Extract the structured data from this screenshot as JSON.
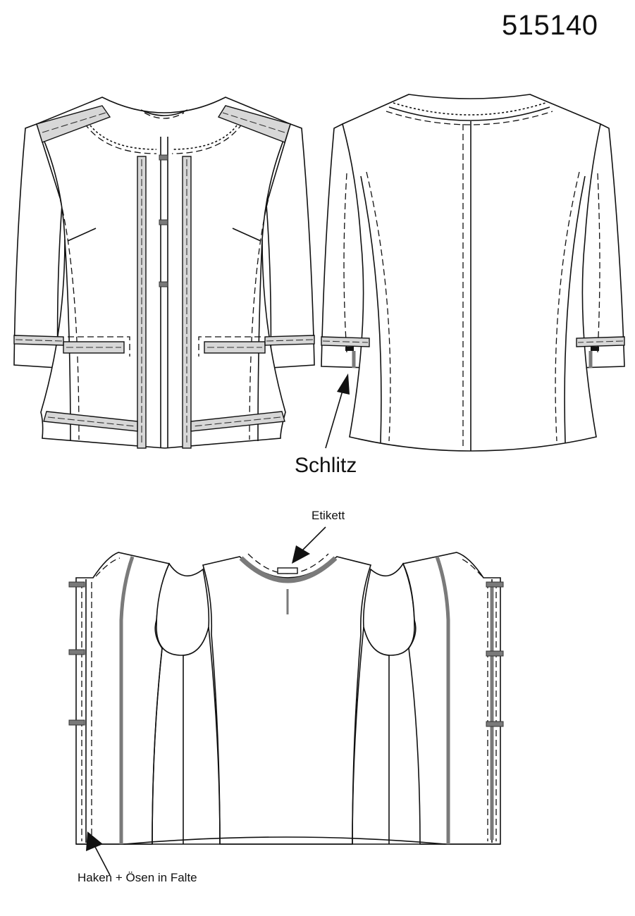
{
  "header": {
    "model_number": "515140"
  },
  "annotations": {
    "slit": "Schlitz",
    "label_tag": "Etikett",
    "hooks_and_eyes": "Haken + Ösen in Falte"
  },
  "colors": {
    "line": "#111111",
    "tape": "#d7d7d7",
    "trim_dark": "#7a7a7a",
    "background": "#ffffff"
  }
}
